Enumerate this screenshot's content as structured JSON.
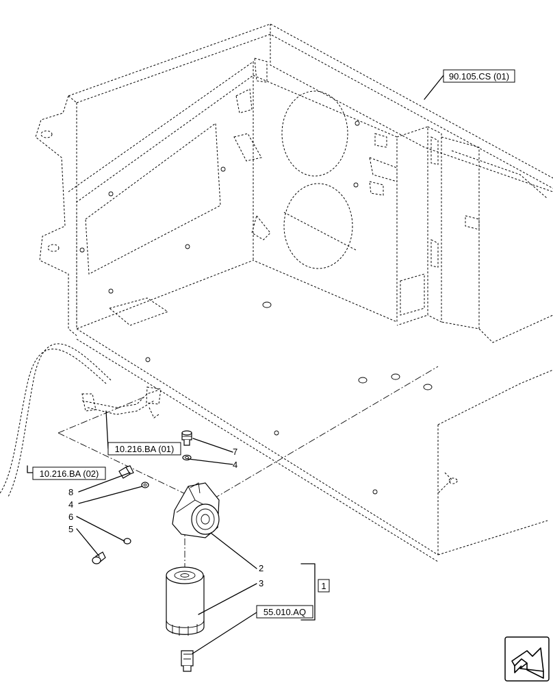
{
  "references": {
    "ref_90105": "90.105.CS (01)",
    "ref_10216_01": "10.216.BA (01)",
    "ref_10216_02": "10.216.BA (02)",
    "ref_55010": "55.010.AQ",
    "group_1": "1"
  },
  "callouts": {
    "c2": "2",
    "c3": "3",
    "c4a": "4",
    "c4b": "4",
    "c5": "5",
    "c6": "6",
    "c7": "7",
    "c8": "8"
  },
  "nav_icon": "next-page-arrow-icon"
}
